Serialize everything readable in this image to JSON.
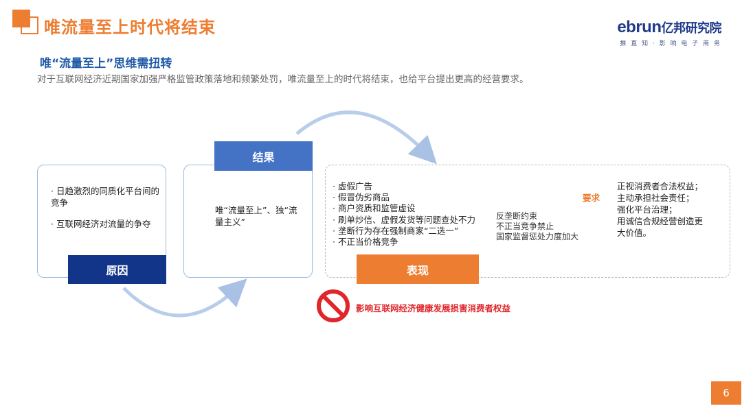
{
  "header": {
    "title": "唯流量至上时代将结束",
    "brand_latin": "ebrun",
    "brand_cn": "亿邦研究院",
    "slogan": "推 直 知 · 影 响 电 子 商 务"
  },
  "section": {
    "subtitle": "唯“流量至上”思维需扭转",
    "intro": "对于互联网经济近期国家加强严格监管政策落地和频繁处罚，唯流量至上的时代将结束，也给平台提出更高的经营要求。"
  },
  "cause": {
    "label": "原因",
    "items": [
      "· 日趋激烈的同质化平台间的竞争",
      "· 互联网经济对流量的争夺"
    ]
  },
  "result": {
    "label": "结果",
    "text": "唯“流量至上”、独“流量主义”"
  },
  "manifest": {
    "label": "表现",
    "items": [
      "· 虚假广告",
      "· 假冒伪劣商品",
      "· 商户资质和监管虚设",
      "· 刷单炒信、虚假发货等问题查处不力",
      "· 垄断行为存在强制商家“二选一”",
      "· 不正当价格竞争"
    ],
    "arrow_label": "要求",
    "middle": [
      "反垄断约束",
      "不正当竞争禁止",
      "国家监督惩处力度加大"
    ],
    "requirements": [
      "正视消费者合法权益；",
      "主动承担社会责任；",
      "强化平台治理；",
      "用诚信合规经营创造更",
      "大价值。"
    ]
  },
  "warning": {
    "icon": "prohibition-icon",
    "text": "影响互联网经济健康发展损害消费者权益"
  },
  "page_number": "6",
  "colors": {
    "orange": "#ed7d31",
    "navy": "#12358a",
    "blue": "#4472c4",
    "red": "#e0262b"
  }
}
